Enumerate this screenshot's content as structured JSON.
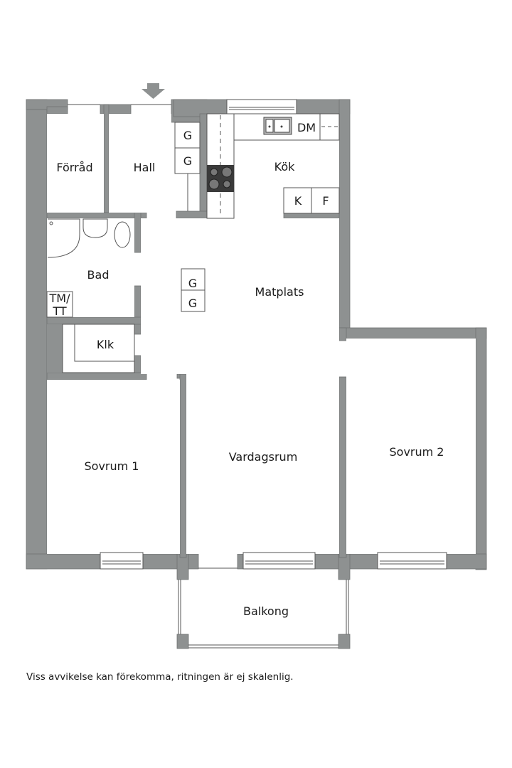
{
  "rooms": {
    "forrad": "Förråd",
    "hall": "Hall",
    "kok": "Kök",
    "bad": "Bad",
    "matplats": "Matplats",
    "klk": "Klk",
    "sovrum1": "Sovrum 1",
    "vardagsrum": "Vardagsrum",
    "sovrum2": "Sovrum 2",
    "balkong": "Balkong"
  },
  "fixtures": {
    "hall_wardrobe_1": "G",
    "hall_wardrobe_2": "G",
    "kitchen_dishwasher": "DM",
    "kitchen_fridge": "K",
    "kitchen_freezer": "F",
    "island_wardrobe_1": "G",
    "island_wardrobe_2": "G",
    "washer_dryer_line1": "TM/",
    "washer_dryer_line2": "TT"
  },
  "colors": {
    "wall": "#8e9191",
    "stove": "#3a3a3a",
    "background": "#ffffff"
  },
  "disclaimer": "Viss avvikelse kan förekomma, ritningen är ej skalenlig."
}
